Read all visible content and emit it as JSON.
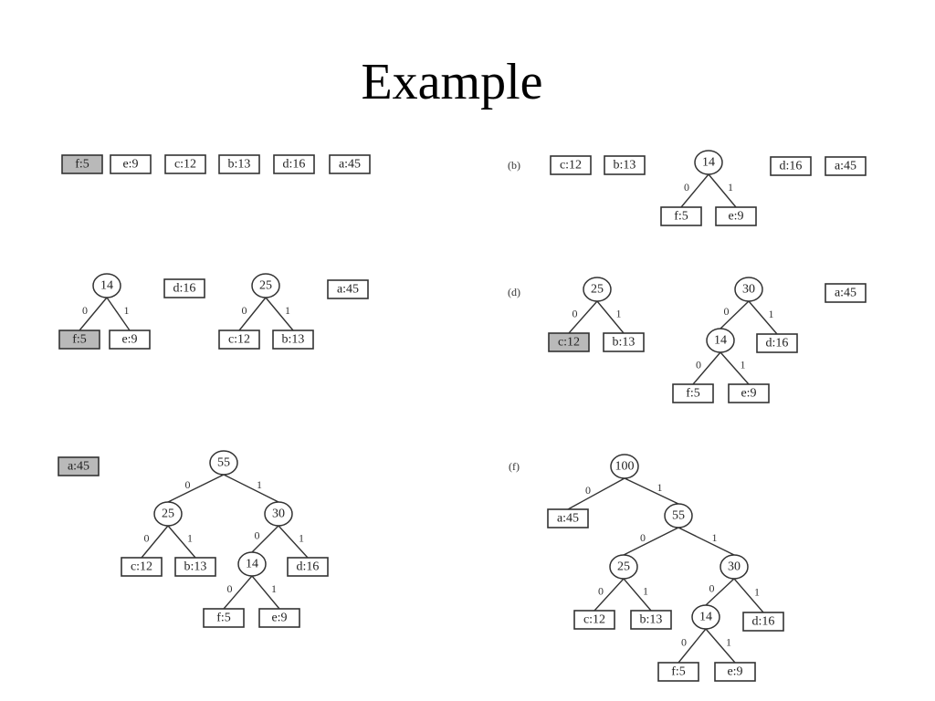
{
  "title": "Example",
  "panel_labels": {
    "b": "(b)",
    "d": "(d)",
    "f": "(f)"
  },
  "leaves": {
    "f": "f:5",
    "e": "e:9",
    "c": "c:12",
    "b": "b:13",
    "d": "d:16",
    "a": "a:45"
  },
  "internal": {
    "n14": "14",
    "n25": "25",
    "n30": "30",
    "n55": "55",
    "n100": "100"
  },
  "bits": {
    "zero": "0",
    "one": "1"
  }
}
